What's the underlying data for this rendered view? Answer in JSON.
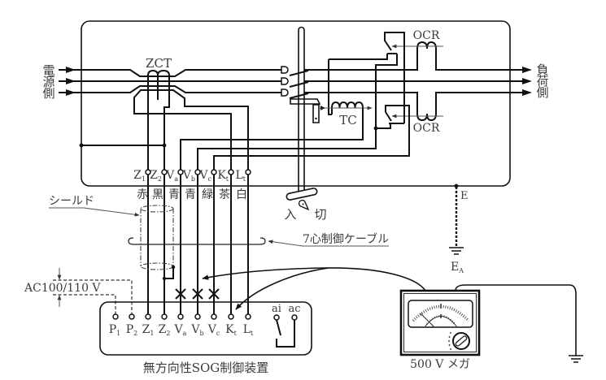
{
  "power_source_side": {
    "label_chars": [
      "電",
      "源",
      "側"
    ]
  },
  "load_side": {
    "label_chars": [
      "負",
      "荷",
      "側"
    ]
  },
  "zct": {
    "label": "ZCT"
  },
  "ocr": {
    "upper_label": "OCR",
    "lower_label": "OCR"
  },
  "trip_coil": {
    "label": "TC"
  },
  "breaker_handle": {
    "on_label": "入",
    "off_label": "切"
  },
  "grounding": {
    "enclosure_terminal": "E",
    "ground_electrode": {
      "main": "E",
      "sub": "A"
    }
  },
  "enclosure_terminals": [
    {
      "main": "Z",
      "sub": "1",
      "wire_color": "赤"
    },
    {
      "main": "Z",
      "sub": "2",
      "wire_color": "黒"
    },
    {
      "main": "V",
      "sub": "a",
      "wire_color": "青"
    },
    {
      "main": "V",
      "sub": "b",
      "wire_color": "青"
    },
    {
      "main": "V",
      "sub": "c",
      "wire_color": "緑"
    },
    {
      "main": "K",
      "sub": "t",
      "wire_color": "茶"
    },
    {
      "main": "L",
      "sub": "t",
      "wire_color": "白"
    }
  ],
  "shield": {
    "label": "シールド"
  },
  "control_cable": {
    "label": "7心制御ケーブル"
  },
  "control_power": {
    "label": "AC100/110 V"
  },
  "disconnected_wires": [
    "Va",
    "Vb",
    "Vc"
  ],
  "control_device": {
    "title": "無方向性SOG制御装置",
    "terminals": [
      {
        "main": "P",
        "sub": "1"
      },
      {
        "main": "P",
        "sub": "2"
      },
      {
        "main": "Z",
        "sub": "1"
      },
      {
        "main": "Z",
        "sub": "2"
      },
      {
        "main": "V",
        "sub": "a"
      },
      {
        "main": "V",
        "sub": "b"
      },
      {
        "main": "V",
        "sub": "c"
      },
      {
        "main": "K",
        "sub": "t"
      },
      {
        "main": "L",
        "sub": "t"
      }
    ],
    "alarm_contacts": [
      "ai",
      "ac"
    ]
  },
  "megger": {
    "label": "500 V メガ"
  }
}
